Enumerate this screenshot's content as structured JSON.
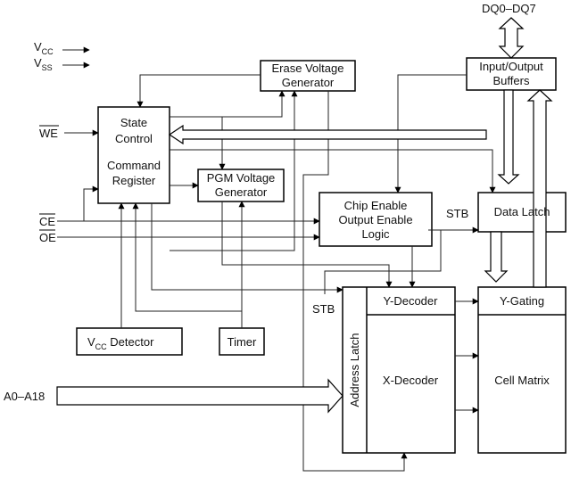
{
  "signals": {
    "vcc": {
      "main": "V",
      "sub": "CC"
    },
    "vss": {
      "main": "V",
      "sub": "SS"
    },
    "we": "WE",
    "ce": "CE",
    "oe": "OE",
    "address": "A0–A18",
    "data_bus": "DQ0–DQ7",
    "stb_left": "STB",
    "stb_right": "STB"
  },
  "blocks": {
    "state_control": [
      "State",
      "Control",
      "Command",
      "Register"
    ],
    "erase_voltage": [
      "Erase Voltage",
      "Generator"
    ],
    "io_buffers": [
      "Input/Output",
      "Buffers"
    ],
    "pgm_voltage": [
      "PGM Voltage",
      "Generator"
    ],
    "chip_enable": [
      "Chip Enable",
      "Output Enable",
      "Logic"
    ],
    "data_latch": "Data Latch",
    "y_decoder": "Y-Decoder",
    "x_decoder": "X-Decoder",
    "address_latch": "Address Latch",
    "y_gating": "Y-Gating",
    "cell_matrix": "Cell Matrix",
    "vcc_detector": {
      "main": "V",
      "sub": "CC",
      "rest": " Detector"
    },
    "timer": "Timer"
  }
}
